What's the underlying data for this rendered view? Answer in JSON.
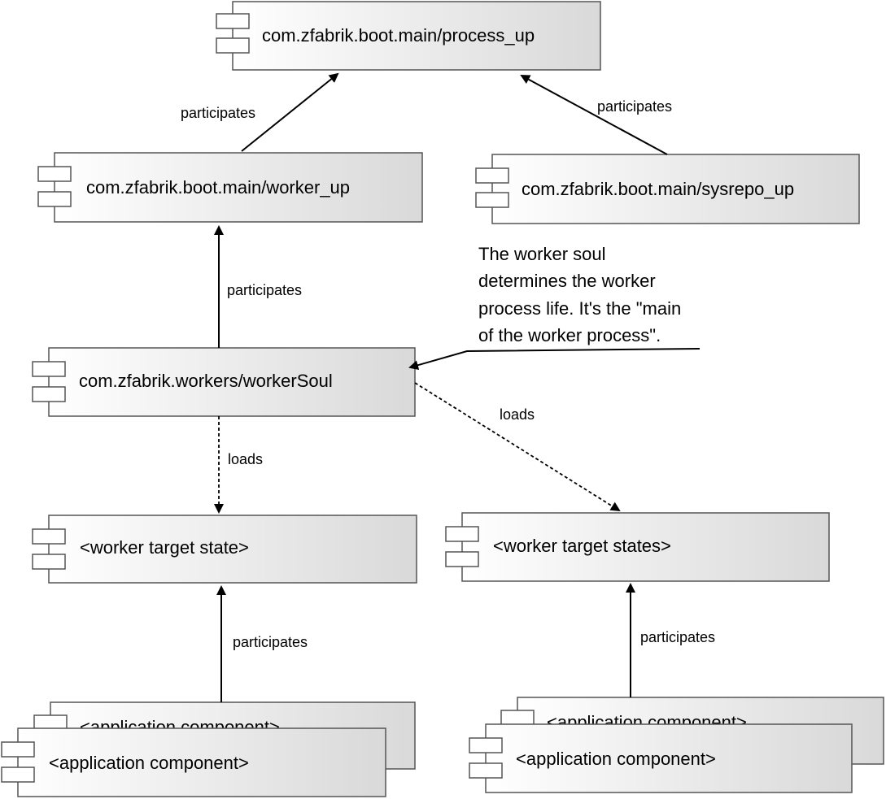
{
  "components": {
    "process_up": "com.zfabrik.boot.main/process_up",
    "worker_up": "com.zfabrik.boot.main/worker_up",
    "sysrepo_up": "com.zfabrik.boot.main/sysrepo_up",
    "worker_soul": "com.zfabrik.workers/workerSoul",
    "target_state_left": "<worker target state>",
    "target_states_right": "<worker target states>",
    "app_component_left_back": "<application  component>",
    "app_component_left_front": "<application  component>",
    "app_component_right_back": "<application  component>",
    "app_component_right_front": "<application  component>"
  },
  "edges": {
    "worker_to_process": "participates",
    "sysrepo_to_process": "participates",
    "soul_to_worker": "participates",
    "soul_loads_left": "loads",
    "soul_loads_right": "loads",
    "app_left_to_state": "participates",
    "app_right_to_states": "participates"
  },
  "note": {
    "lines": [
      "The worker soul",
      "determines the worker",
      "process life. It's the \"main",
      "of the worker process\"."
    ]
  },
  "colors": {
    "component_fill_start": "#ffffff",
    "component_fill_end": "#d9d9d9",
    "stroke": "#555555",
    "line": "#000000"
  }
}
